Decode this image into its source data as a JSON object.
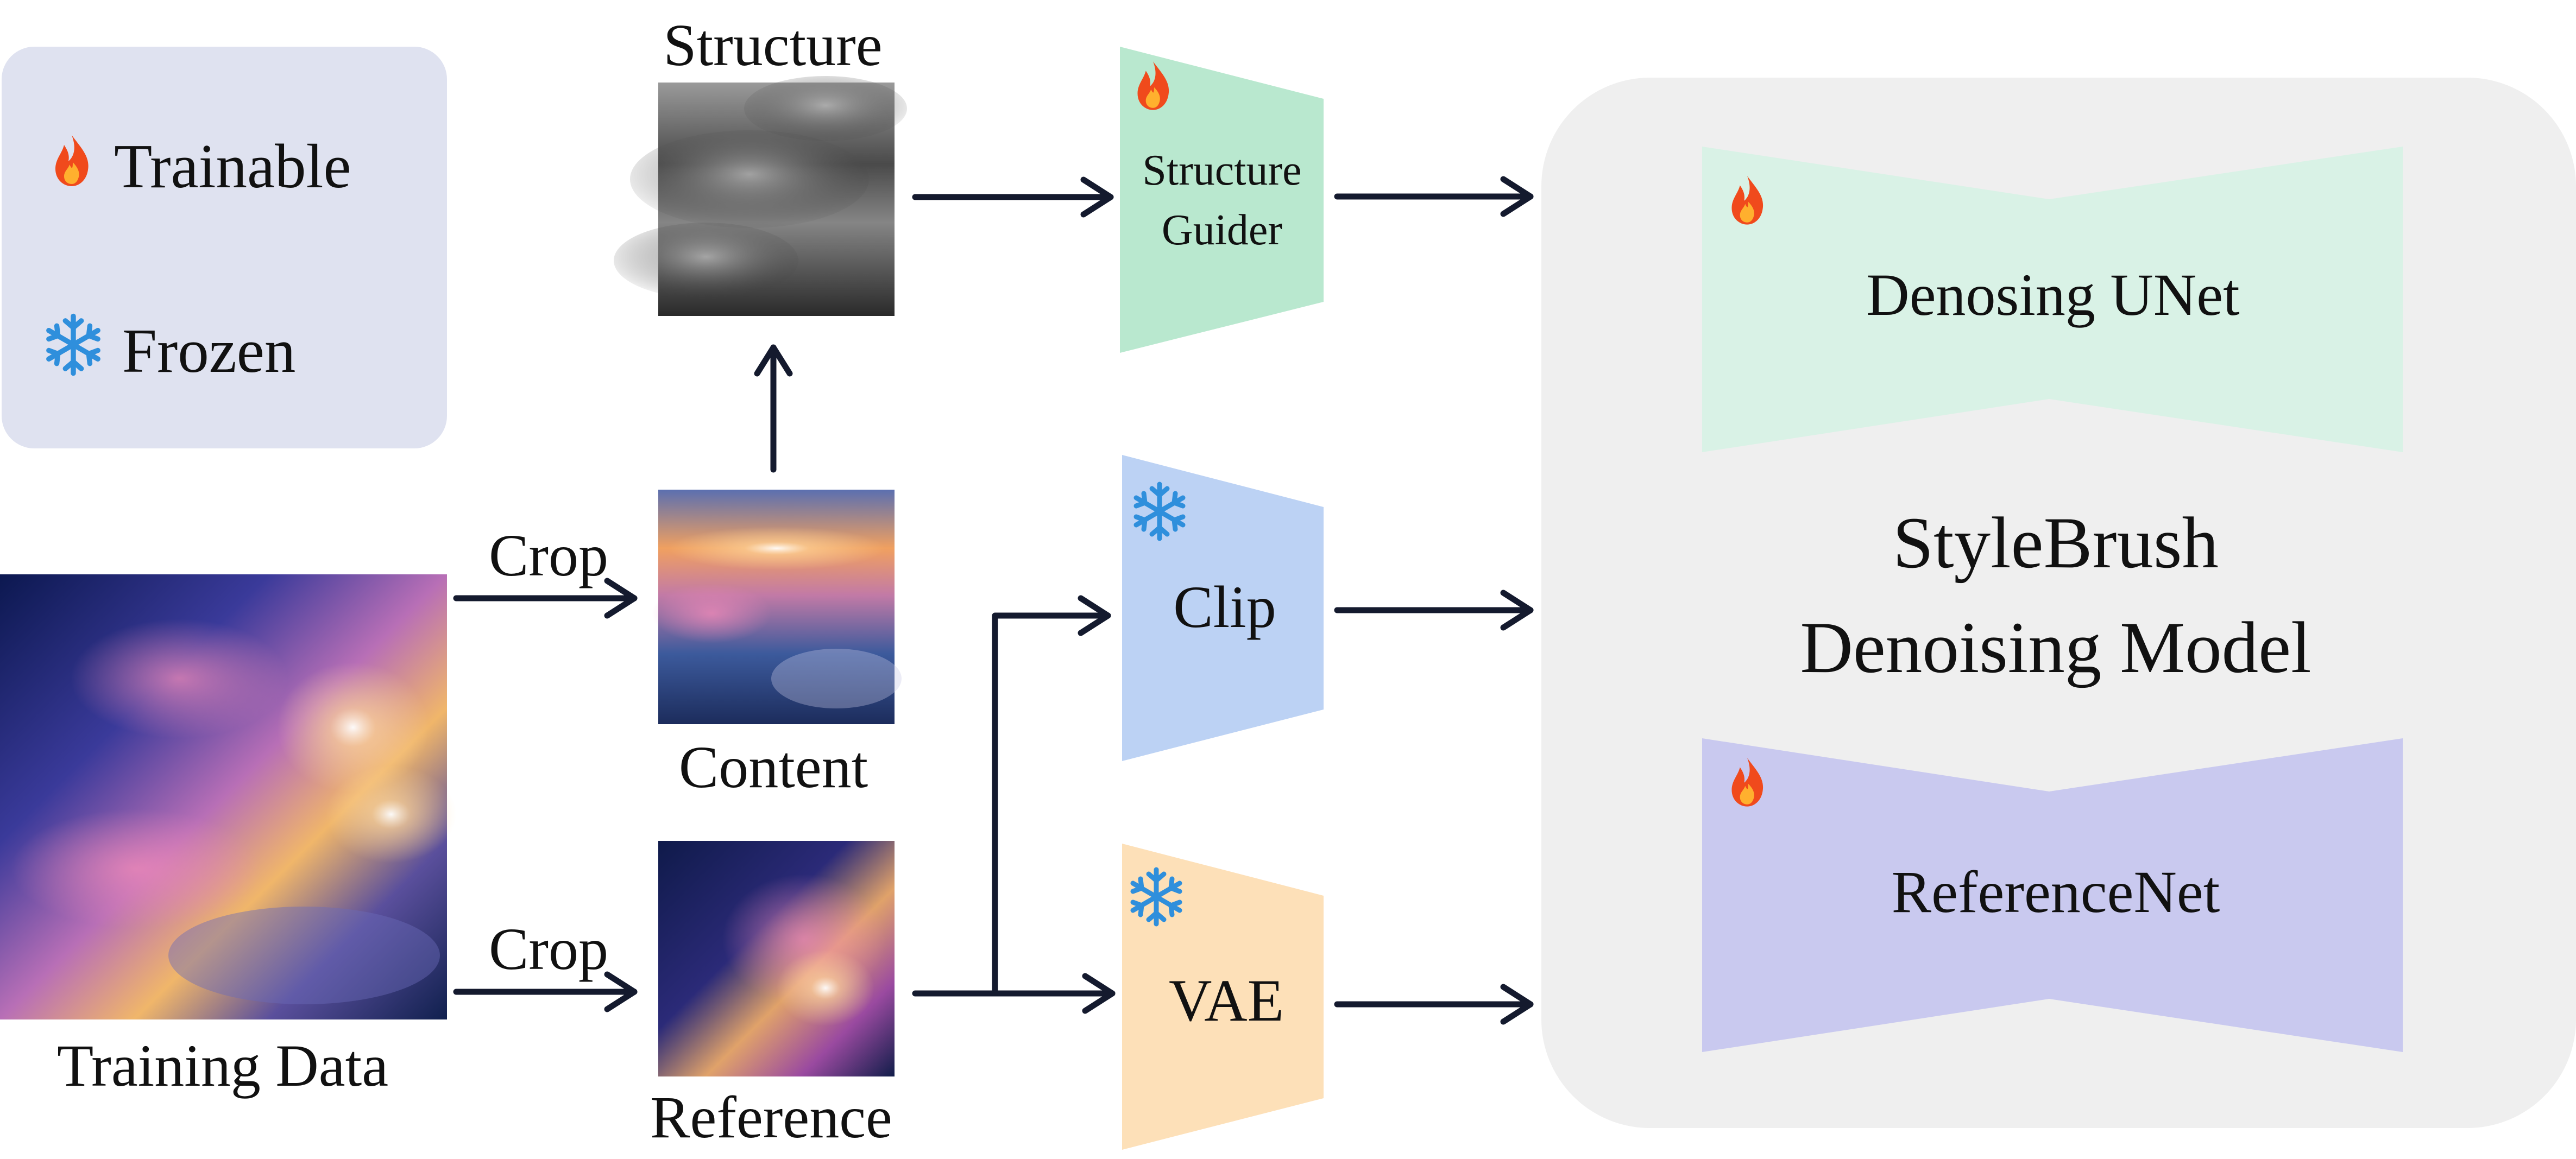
{
  "legend": {
    "trainable_label": "Trainable",
    "frozen_label": "Frozen"
  },
  "labels": {
    "structure": "Structure",
    "content": "Content",
    "reference": "Reference",
    "training_data": "Training Data",
    "crop_top": "Crop",
    "crop_bottom": "Crop"
  },
  "modules": {
    "structure_guider_line1": "Structure",
    "structure_guider_line2": "Guider",
    "clip": "Clip",
    "vae": "VAE"
  },
  "model": {
    "unet": "Denosing UNet",
    "title_line1": "StyleBrush",
    "title_line2": "Denoising Model",
    "referencenet": "ReferenceNet"
  },
  "colors": {
    "legend_bg": "#dfe2f0",
    "model_bg": "#efefef",
    "structure_guider": "#b9e8cf",
    "clip": "#bcd2f4",
    "vae": "#fde0b8",
    "unet": "#d9f2e6",
    "referencenet": "#c9c9ef",
    "arrow": "#141a2e",
    "flame": "#f04a1c",
    "snowflake": "#2f8fdc"
  }
}
